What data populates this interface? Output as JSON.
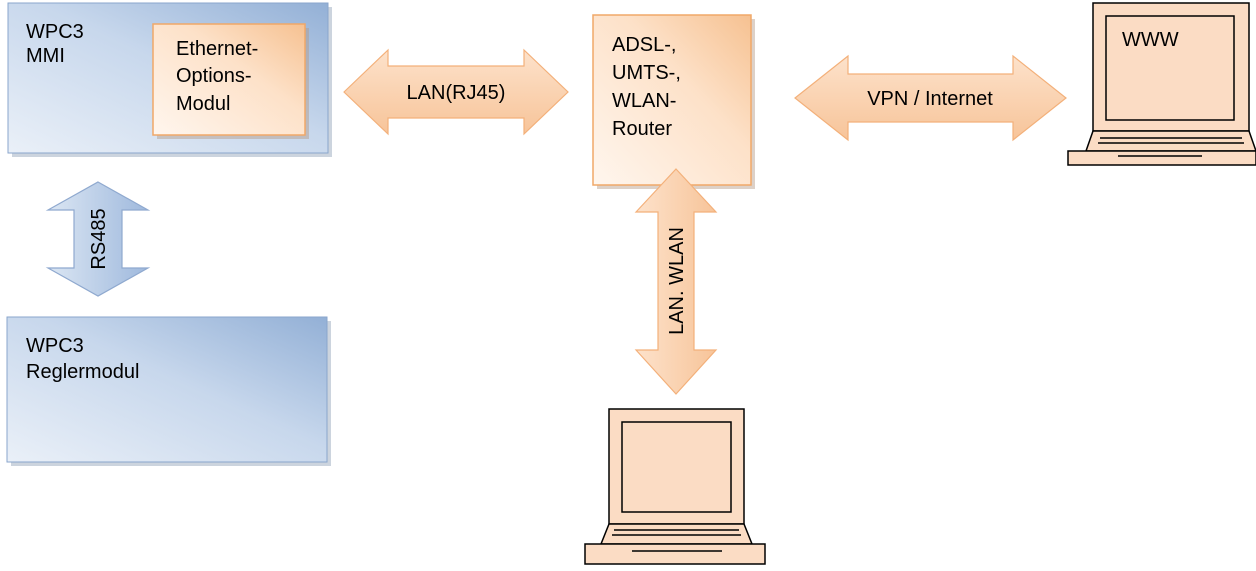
{
  "colors": {
    "blue_box_light": "#e3ebf6",
    "blue_box_dark": "#97b3d8",
    "orange_box_light": "#fff1e6",
    "orange_box_dark": "#f8c79d",
    "orange_stroke": "#f0a868",
    "blue_arrow": "#aec4e2",
    "blue_arrow_stroke": "#8fa9cf",
    "laptop_fill": "#fbdcc4",
    "laptop_stroke": "#000000"
  },
  "nodes": {
    "mmi": {
      "line1": "WPC3",
      "line2": "MMI"
    },
    "ethernet": {
      "line1": "Ethernet-",
      "line2": "Options-",
      "line3": "Modul"
    },
    "router": {
      "line1": "ADSL-,",
      "line2": "UMTS-,",
      "line3": "WLAN-",
      "line4": "Router"
    },
    "regler": {
      "line1": "WPC3",
      "line2": "Reglermodul"
    },
    "www_laptop": {
      "screen_label": "WWW"
    }
  },
  "connections": {
    "lan_rj45": "LAN(RJ45)",
    "vpn_internet": "VPN / Internet",
    "rs485": "RS485",
    "lan_wlan": "LAN. WLAN"
  },
  "icons": [
    "laptop-icon",
    "laptop-icon"
  ]
}
